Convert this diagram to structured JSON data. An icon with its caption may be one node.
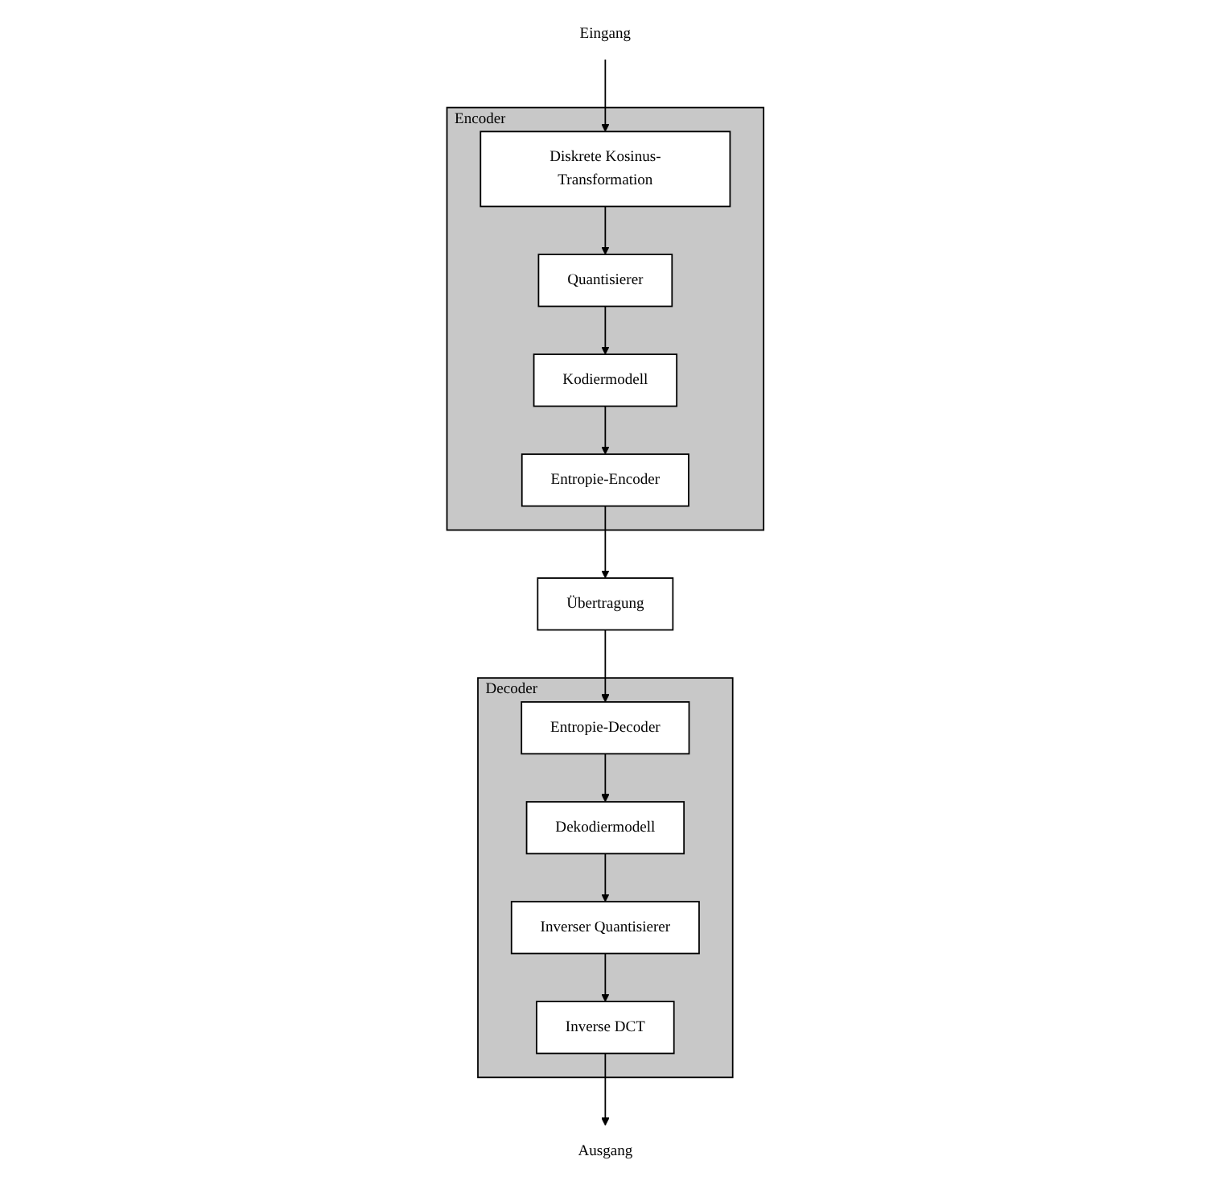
{
  "diagram": {
    "nodes": [
      {
        "text": [
          "Eingang"
        ]
      },
      {
        "text": [
          "Encoder"
        ]
      },
      {
        "text": [
          "Diskrete Kosinus-Transformation"
        ],
        "in": 1
      },
      {
        "text": [
          "Quantisierer"
        ],
        "in": 1
      },
      {
        "text": [
          "Kodiermodell"
        ],
        "in": 1
      },
      {
        "text": [
          "Entropie-Encoder"
        ],
        "in": 1
      },
      {
        "text": [
          "Ausgang"
        ]
      },
      {
        "text": [
          "Decoder"
        ]
      },
      {
        "text": [
          "Inverse DCT"
        ],
        "in": 7
      },
      {
        "text": [
          "Inverser Quantisierer"
        ],
        "in": 7
      },
      {
        "text": [
          "Dekodiermodell"
        ],
        "in": 7
      },
      {
        "text": [
          "Entropie-Decoder"
        ],
        "in": 7
      },
      {
        "text": [
          "Übertragung"
        ]
      }
    ],
    "edges": [
      {
        "from": 0,
        "to": 2,
        "arrow": "to"
      },
      {
        "from": 2,
        "to": 3,
        "arrow": "to"
      },
      {
        "from": 3,
        "to": 4,
        "arrow": "to"
      },
      {
        "from": 4,
        "to": 5,
        "arrow": "to"
      },
      {
        "from": 5,
        "to": 12,
        "arrow": "to"
      },
      {
        "from": 12,
        "to": 11,
        "arrow": "to"
      },
      {
        "from": 11,
        "to": 10,
        "arrow": "to"
      },
      {
        "from": 10,
        "to": 9,
        "arrow": "to"
      },
      {
        "from": 9,
        "to": 8,
        "arrow": "to"
      },
      {
        "from": 8,
        "to": 6,
        "arrow": "to"
      }
    ]
  }
}
